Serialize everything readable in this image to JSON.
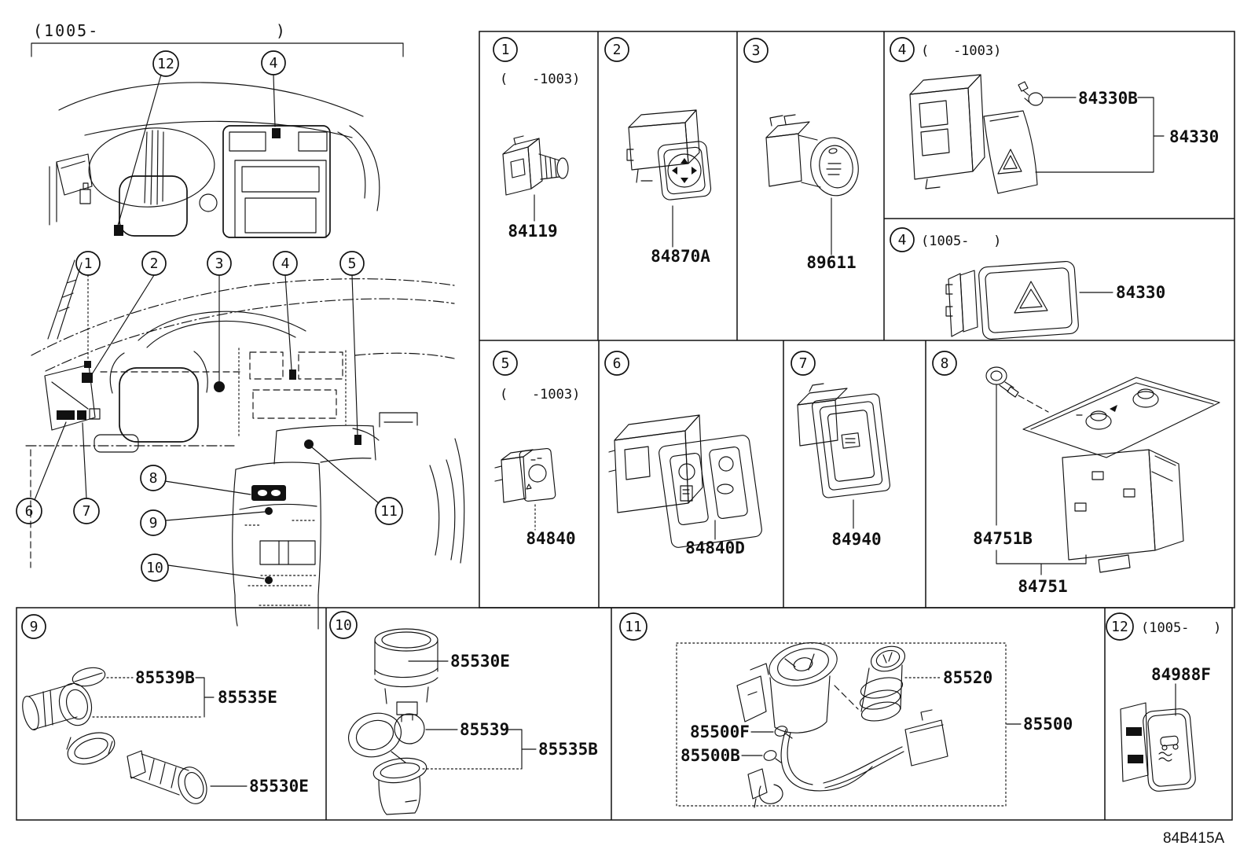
{
  "doc_code": "84B415A",
  "top_sketch": {
    "caption": "(1005-                )",
    "callout_12": "12",
    "callout_4": "4"
  },
  "main_sketch": {
    "callouts": [
      "1",
      "2",
      "3",
      "4",
      "5",
      "6",
      "7",
      "8",
      "9",
      "10",
      "11"
    ]
  },
  "cells": {
    "c1": {
      "num": "1",
      "range": "(   -1003)",
      "part": "84119"
    },
    "c2": {
      "num": "2",
      "part": "84870A"
    },
    "c3": {
      "num": "3",
      "part": "89611"
    },
    "c4a": {
      "num": "4",
      "range": "(   -1003)",
      "bulb": "84330B",
      "part": "84330"
    },
    "c4b": {
      "num": "4",
      "range": "(1005-   )",
      "part": "84330"
    },
    "c5": {
      "num": "5",
      "range": "(   -1003)",
      "part": "84840"
    },
    "c6": {
      "num": "6",
      "part": "84840D"
    },
    "c7": {
      "num": "7",
      "part": "84940"
    },
    "c8": {
      "num": "8",
      "bulb": "84751B",
      "part": "84751"
    },
    "c9": {
      "num": "9",
      "cap": "85539B",
      "housing": "85535E",
      "socket": "85530E"
    },
    "c10": {
      "num": "10",
      "socket": "85530E",
      "cap": "85539",
      "housing": "85535B"
    },
    "c11": {
      "num": "11",
      "lighter": "85520",
      "bulb_front": "85500F",
      "bulb_rear": "85500B",
      "assy": "85500"
    },
    "c12": {
      "num": "12",
      "range": "(1005-   )",
      "part": "84988F"
    }
  }
}
